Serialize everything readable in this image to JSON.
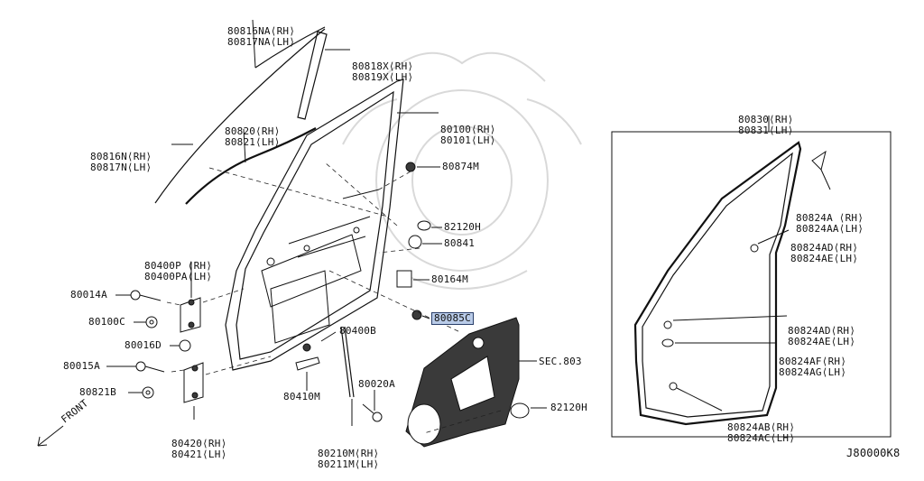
{
  "labels": {
    "glass_run_outer": [
      "80816NA⟨RH⟩",
      "80817NA⟨LH⟩"
    ],
    "sash_cover": [
      "80818X⟨RH⟩",
      "80819X⟨LH⟩"
    ],
    "glass_run_inner": [
      "80820⟨RH⟩",
      "80821⟨LH⟩"
    ],
    "molding": [
      "80816N⟨RH⟩",
      "80817N⟨LH⟩"
    ],
    "door_panel": [
      "80100⟨RH⟩",
      "80101⟨LH⟩"
    ],
    "nut_80874m": "80874M",
    "plug_82120h_upper": "82120H",
    "plug_80841": "80841",
    "hinge_upper": [
      "80400P ⟨RH⟩",
      "80400PA⟨LH⟩"
    ],
    "seal_80164m": "80164M",
    "bolt_80014a": "80014A",
    "clip_80085c": "80085C",
    "nut_80100c": "80100C",
    "bolt_80016d": "80016D",
    "bolt_80400b": "80400B",
    "sec_803": "SEC.803",
    "bolt_80015a": "80015A",
    "nut_80821b": "80821B",
    "bolt_80020a": "80020A",
    "check_link": "80410M",
    "plug_82120h_lower": "82120H",
    "hinge_lower": [
      "80420⟨RH⟩",
      "80421⟨LH⟩"
    ],
    "rod": [
      "80210M⟨RH⟩",
      "80211M⟨LH⟩"
    ],
    "front_arrow": "FRONT",
    "weatherstrip": [
      "80830⟨RH⟩",
      "80831⟨LH⟩"
    ],
    "clip_80824a": [
      "80824A ⟨RH⟩",
      "80824AA⟨LH⟩"
    ],
    "clip_80824ad_upper": [
      "80824AD⟨RH⟩",
      "80824AE⟨LH⟩"
    ],
    "clip_80824ad_lower": [
      "80824AD⟨RH⟩",
      "80824AE⟨LH⟩"
    ],
    "clip_80824af": [
      "80824AF⟨RH⟩",
      "80824AG⟨LH⟩"
    ],
    "clip_80824ab": [
      "80824AB⟨RH⟩",
      "80824AC⟨LH⟩"
    ],
    "diagram_code": "J80000K8"
  }
}
